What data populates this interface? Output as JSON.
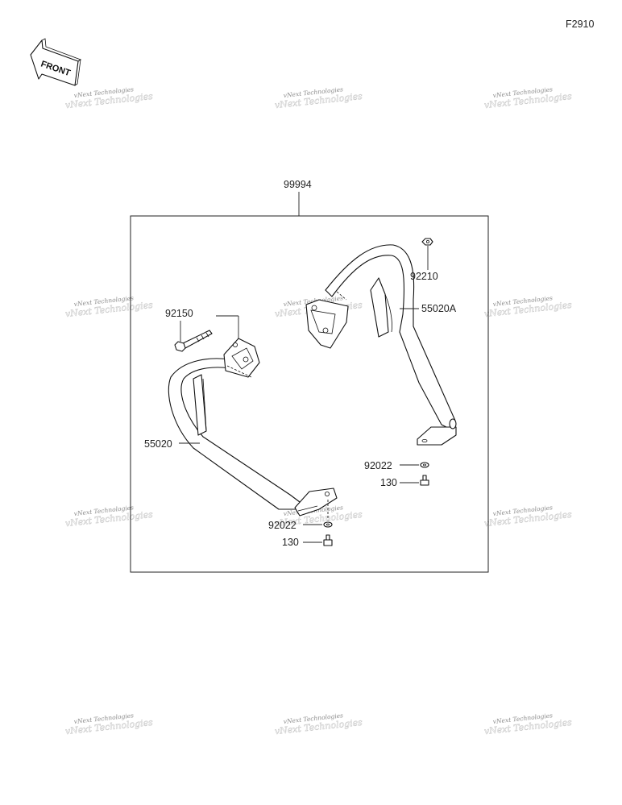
{
  "figure_code": "F2910",
  "front_arrow": {
    "label": "FRONT",
    "icon": "front-direction-arrow-icon"
  },
  "watermark": {
    "brand": "vNext Technologies"
  },
  "callouts": {
    "kit": "99994",
    "nut": "92210",
    "guard_right": "55020A",
    "bolt": "92150",
    "guard_left": "55020",
    "washer_right": "92022",
    "bolt_small_right": "130",
    "washer_left": "92022",
    "bolt_small_left": "130"
  }
}
